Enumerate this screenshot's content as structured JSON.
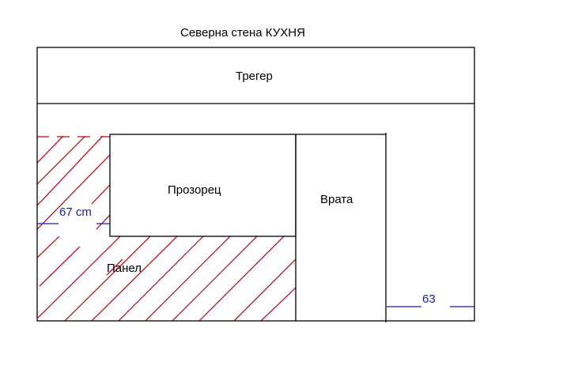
{
  "title": "Северна стена КУХНЯ",
  "colors": {
    "outline": "#000000",
    "hatch": "#c0141e",
    "dimension": "#1a1aa8",
    "background": "#ffffff"
  },
  "regions": {
    "beam": {
      "label": "Трегер"
    },
    "window": {
      "label": "Прозорец"
    },
    "door": {
      "label": "Врата"
    },
    "panel": {
      "label": "Панел",
      "hatched": true
    }
  },
  "dimensions": {
    "left_width": {
      "value": "67 cm"
    },
    "right_width": {
      "value": "63"
    }
  }
}
